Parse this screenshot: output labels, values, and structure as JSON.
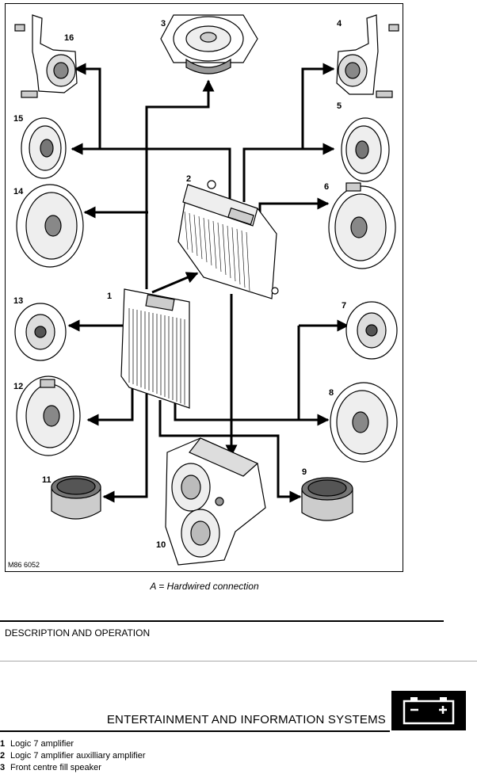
{
  "diagram": {
    "figure_id": "M86 6052",
    "callouts": [
      "1",
      "2",
      "3",
      "4",
      "5",
      "6",
      "7",
      "8",
      "9",
      "10",
      "11",
      "12",
      "13",
      "14",
      "15",
      "16"
    ]
  },
  "caption": "A = Hardwired connection",
  "section_label": "DESCRIPTION AND OPERATION",
  "chapter_title": "ENTERTAINMENT AND INFORMATION SYSTEMS",
  "chapter_icon": "battery-icon",
  "legend": [
    {
      "num": "1",
      "text": "Logic 7 amplifier"
    },
    {
      "num": "2",
      "text": "Logic 7 amplifier auxilliary amplifier"
    },
    {
      "num": "3",
      "text": "Front centre fill speaker"
    }
  ]
}
